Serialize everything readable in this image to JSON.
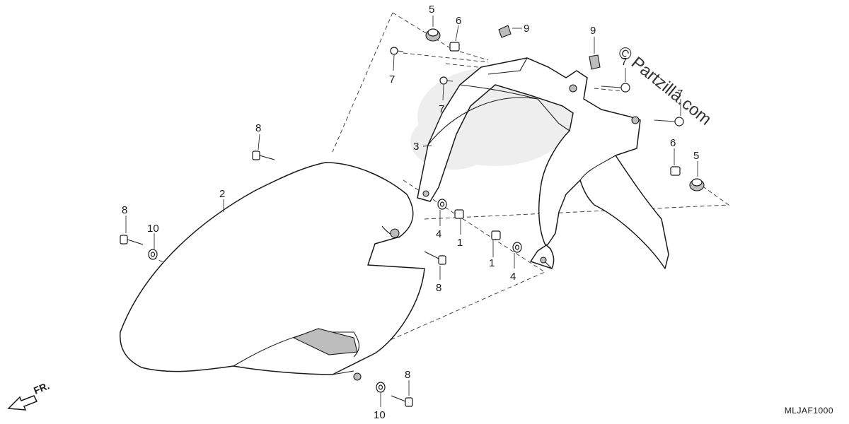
{
  "watermark": "© Partzilla.com",
  "catalog_code": "MLJAF1000",
  "direction_label": "FR.",
  "callouts": [
    {
      "id": "c1",
      "label": "5"
    },
    {
      "id": "c2",
      "label": "6"
    },
    {
      "id": "c3",
      "label": "9"
    },
    {
      "id": "c4",
      "label": "9"
    },
    {
      "id": "c5",
      "label": "7"
    },
    {
      "id": "c6",
      "label": "7"
    },
    {
      "id": "c7",
      "label": "7"
    },
    {
      "id": "c8",
      "label": "7"
    },
    {
      "id": "c9",
      "label": "8"
    },
    {
      "id": "c10",
      "label": "3"
    },
    {
      "id": "c11",
      "label": "2"
    },
    {
      "id": "c12",
      "label": "6"
    },
    {
      "id": "c13",
      "label": "5"
    },
    {
      "id": "c14",
      "label": "8"
    },
    {
      "id": "c15",
      "label": "10"
    },
    {
      "id": "c16",
      "label": "4"
    },
    {
      "id": "c17",
      "label": "1"
    },
    {
      "id": "c18",
      "label": "1"
    },
    {
      "id": "c19",
      "label": "4"
    },
    {
      "id": "c20",
      "label": "8"
    },
    {
      "id": "c21",
      "label": "8"
    },
    {
      "id": "c22",
      "label": "10"
    }
  ]
}
